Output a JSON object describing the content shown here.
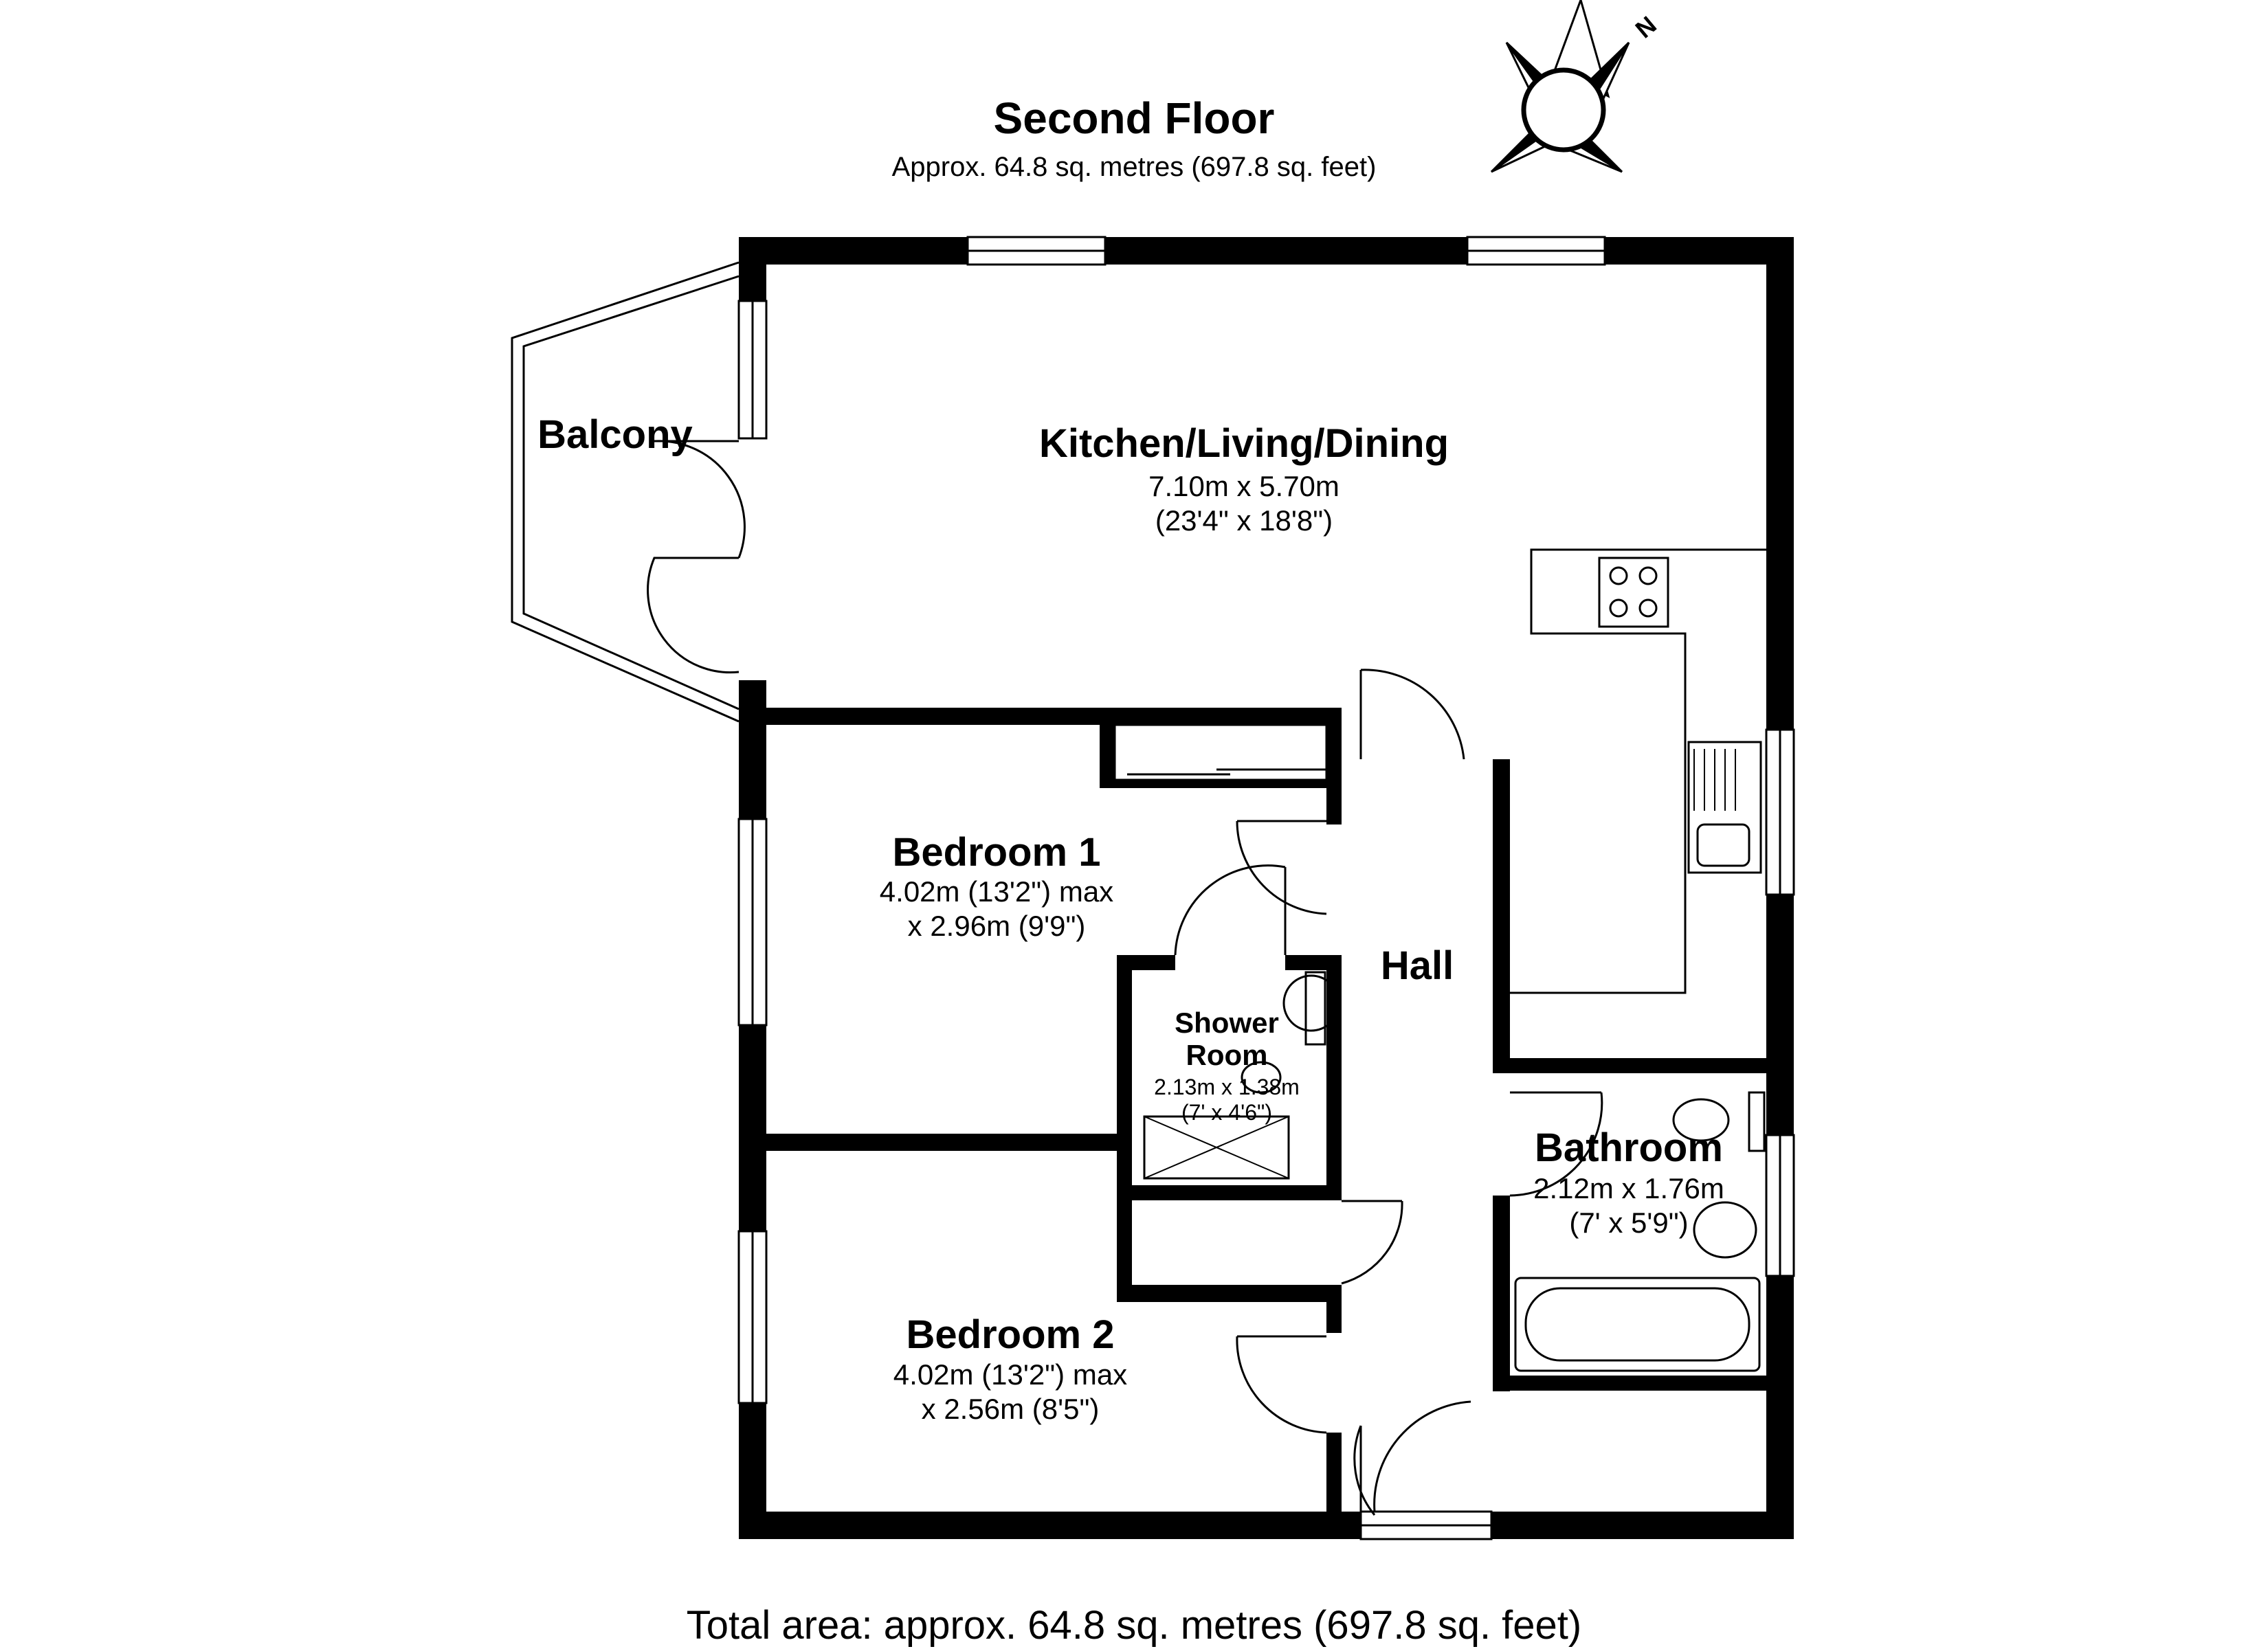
{
  "header": {
    "title": "Second Floor",
    "subtitle": "Approx. 64.8 sq. metres (697.8 sq. feet)"
  },
  "compass": {
    "label": "N"
  },
  "rooms": {
    "kitchen": {
      "name": "Kitchen/Living/Dining",
      "dim1": "7.10m x 5.70m",
      "dim2": "(23'4\" x 18'8\")"
    },
    "balcony": {
      "name": "Balcony"
    },
    "bedroom1": {
      "name": "Bedroom 1",
      "dim1": "4.02m (13'2\") max",
      "dim2": "x 2.96m (9'9\")"
    },
    "shower": {
      "name1": "Shower",
      "name2": "Room",
      "dim1": "2.13m x 1.38m",
      "dim2": "(7' x 4'6\")"
    },
    "hall": {
      "name": "Hall"
    },
    "bathroom": {
      "name": "Bathroom",
      "dim1": "2.12m x 1.76m",
      "dim2": "(7' x 5'9\")"
    },
    "bedroom2": {
      "name": "Bedroom 2",
      "dim1": "4.02m (13'2\") max",
      "dim2": "x 2.56m (8'5\")"
    }
  },
  "footer": {
    "total": "Total area: approx. 64.8 sq. metres (697.8 sq. feet)"
  }
}
